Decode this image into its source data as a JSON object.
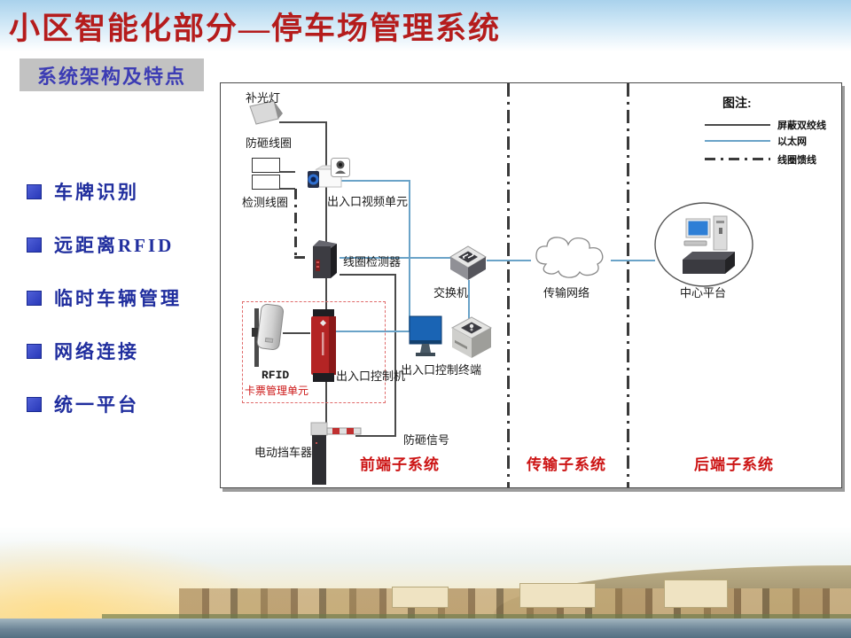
{
  "slide": {
    "title": "小区智能化部分—停车场管理系统",
    "section_tag": "系统架构及特点",
    "bullets": [
      "车牌识别",
      "远距离RFID",
      "临时车辆管理",
      "网络连接",
      "统一平台"
    ]
  },
  "diagram": {
    "nodes": {
      "fill_light": "补光灯",
      "anti_smash_coil": "防砸线圈",
      "detection_coil": "检测线圈",
      "video_unit": "出入口视频单元",
      "coil_detector": "线圈检测器",
      "switch": "交换机",
      "network_cloud": "传输网络",
      "center_platform": "中心平台",
      "rfid": "RFID",
      "card_ticket_unit": "卡票管理单元",
      "entry_exit_controller": "出入口控制机",
      "control_terminal": "出入口控制终端",
      "barrier_gate": "电动挡车器",
      "anti_smash_signal": "防砸信号"
    },
    "legend": {
      "title": "图注:",
      "items": [
        {
          "label": "屏蔽双绞线"
        },
        {
          "label": "以太网"
        },
        {
          "label": "线圈馈线"
        }
      ]
    },
    "subsystems": [
      "前端子系统",
      "传输子系统",
      "后端子系统"
    ],
    "colors": {
      "title_red": "#b51c1c",
      "bullet_blue": "#202e9e",
      "ethernet_blue": "#6aa3c8",
      "twisted_pair_gray": "#4a4a4a",
      "subsystem_red": "#cc1414"
    }
  }
}
